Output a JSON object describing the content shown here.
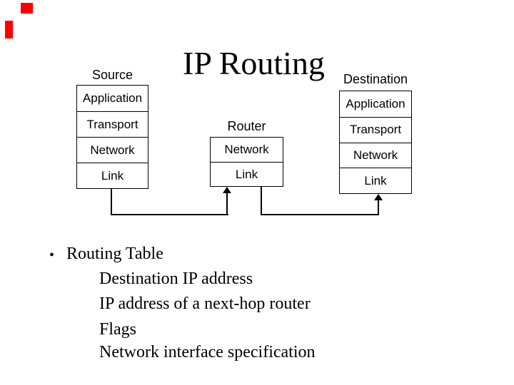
{
  "slide": {
    "title": "IP Routing"
  },
  "colors": {
    "accent_red": "#ff0000",
    "ink": "#000000",
    "background": "#ffffff"
  },
  "diagram": {
    "stacks": {
      "source": {
        "label": "Source",
        "layers": [
          "Application",
          "Transport",
          "Network",
          "Link"
        ]
      },
      "router": {
        "label": "Router",
        "layers": [
          "Network",
          "Link"
        ]
      },
      "destination": {
        "label": "Destination",
        "layers": [
          "Application",
          "Transport",
          "Network",
          "Link"
        ]
      }
    },
    "connections": [
      "source-link to router-link",
      "router-link to destination-link"
    ]
  },
  "bullets": {
    "glyph": "•",
    "item": "Routing Table",
    "subitems": [
      "Destination IP address",
      "IP address of a next-hop router",
      "Flags",
      "Network interface specification"
    ]
  }
}
